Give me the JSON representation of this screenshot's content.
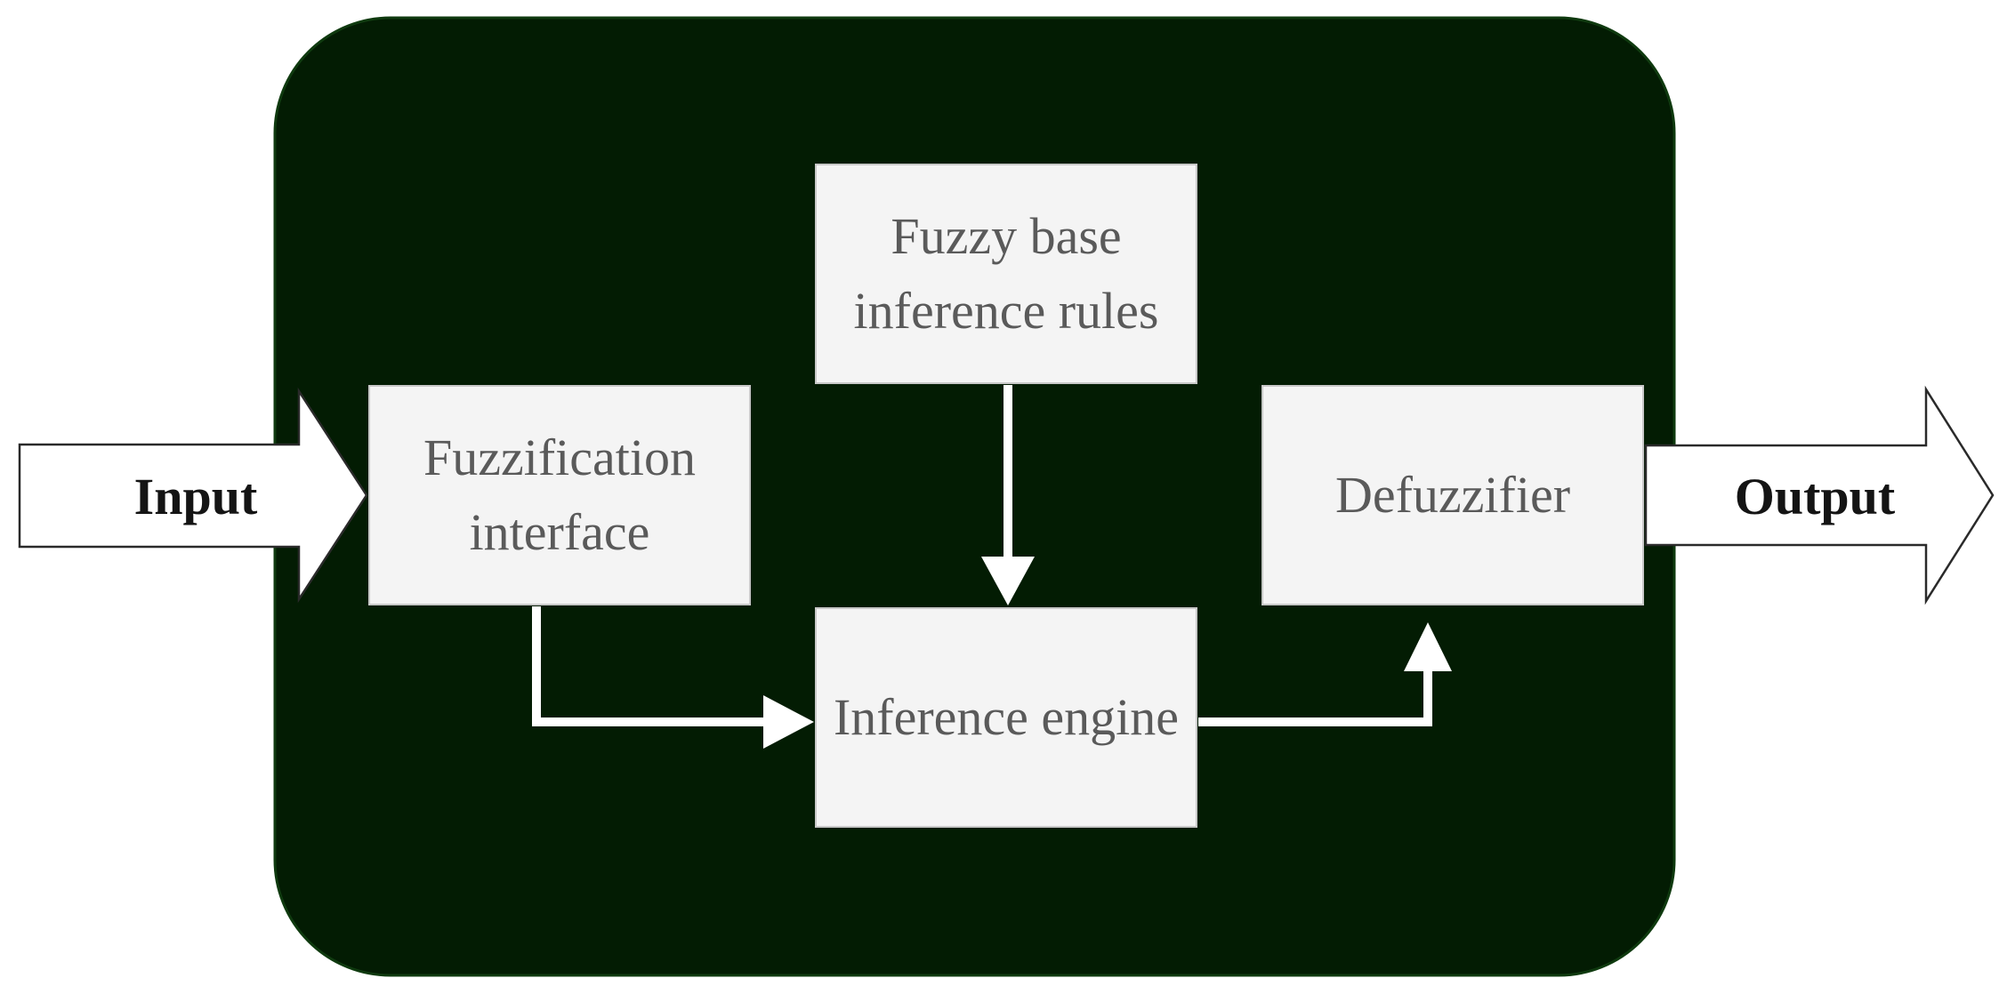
{
  "diagram": {
    "colors": {
      "panel_fill": "#031c03",
      "panel_border": "#0f3a0f",
      "box_fill": "#f4f4f4",
      "box_border": "#c8c8c8",
      "box_text": "#5a5a5a",
      "connector": "#ffffff",
      "io_arrow_fill": "#ffffff",
      "io_arrow_stroke": "#2a2a2a",
      "io_text": "#141414"
    },
    "input_label": "Input",
    "output_label": "Output",
    "nodes": {
      "fuzzification": {
        "line1": "Fuzzification",
        "line2": "interface"
      },
      "rules": {
        "line1": "Fuzzy base",
        "line2": "inference rules"
      },
      "engine": {
        "label": "Inference engine"
      },
      "defuzzifier": {
        "label": "Defuzzifier"
      }
    },
    "edges": [
      {
        "from": "input",
        "to": "fuzzification"
      },
      {
        "from": "fuzzification",
        "to": "engine"
      },
      {
        "from": "rules",
        "to": "engine"
      },
      {
        "from": "engine",
        "to": "defuzzifier"
      },
      {
        "from": "defuzzifier",
        "to": "output"
      }
    ]
  }
}
